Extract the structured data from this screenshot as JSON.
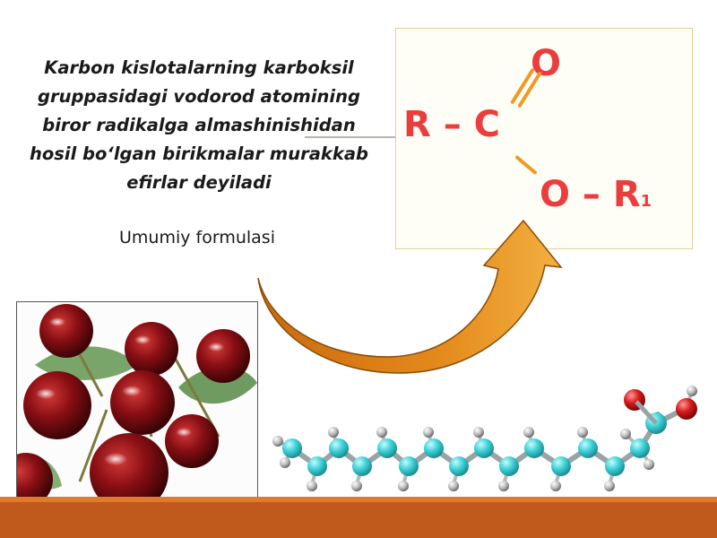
{
  "definition_text": "Karbon kislotalarning karboksil gruppasidagi vodorod atomining biror radikalga almashinishidan hosil bo‘lgan birikmalar murakkab efirlar deyiladi",
  "formula_label": "Umumiy formulasi",
  "formula": {
    "r_c": "R – C",
    "double_o": "O",
    "o_r": "O – R",
    "subscript": "1"
  },
  "colors": {
    "formula_text": "#ea3e3e",
    "bond": "#ef9a24",
    "arrow": "#d9780f",
    "bottom_bar": "#bf5a1c",
    "carbon_atom": "#3fd3d9",
    "oxygen_atom": "#d91a1a",
    "hydrogen_atom": "#b8b8b8"
  },
  "images": {
    "cherries": "cherries-photo",
    "molecule": "fatty-acid-ball-and-stick-model"
  }
}
